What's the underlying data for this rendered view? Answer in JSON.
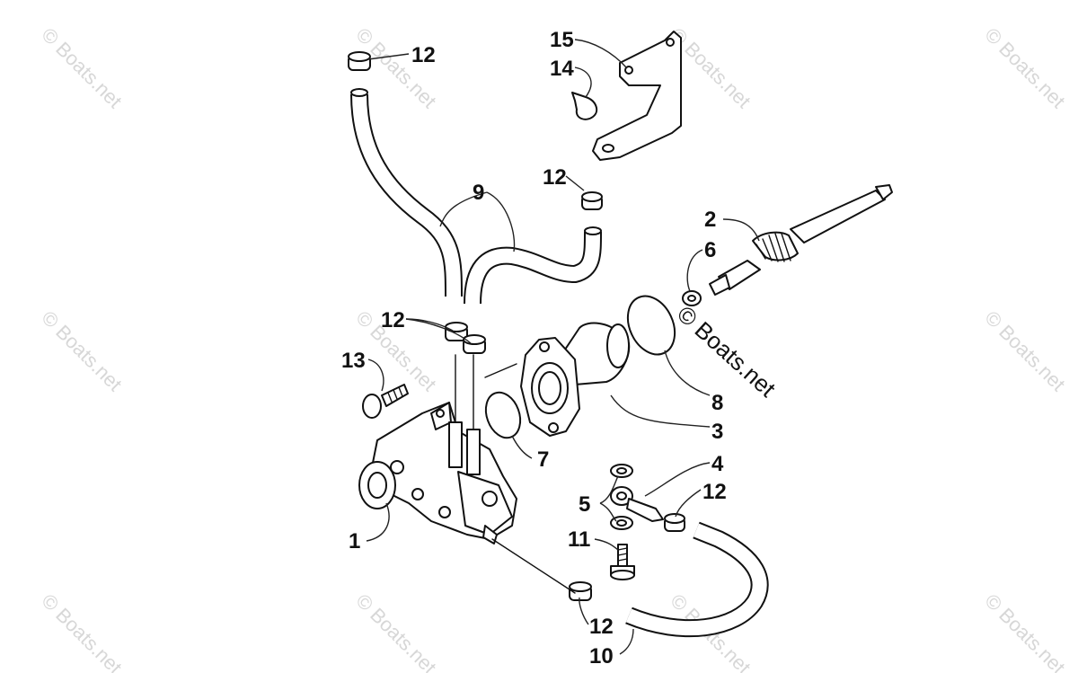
{
  "diagram": {
    "watermark_text": "© Boats.net",
    "callouts": [
      "12",
      "15",
      "14",
      "12",
      "9",
      "2",
      "6",
      "12",
      "8",
      "13",
      "3",
      "7",
      "4",
      "5",
      "12",
      "1",
      "11",
      "12",
      "10"
    ]
  }
}
